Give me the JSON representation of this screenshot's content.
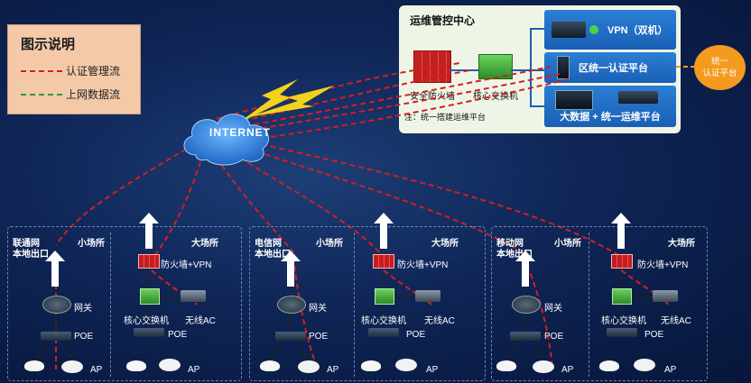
{
  "legend": {
    "title": "图示说明",
    "items": [
      {
        "label": "认证管理流",
        "color": "#d51e1e"
      },
      {
        "label": "上网数据流",
        "color": "#2a9b3a"
      }
    ]
  },
  "ops_center": {
    "title": "运维管控中心",
    "firewall_label": "安全防火墙",
    "core_switch_label": "核心交换机",
    "note": "注：统一搭建运维平台",
    "vpn_label": "VPN（双机）",
    "auth_platform_label": "区统一认证平台",
    "bigdata_label": "大数据 + 统一运维平台"
  },
  "unified_auth": "统一\n认证平台",
  "internet_label": "INTERNET",
  "groups": [
    {
      "exit_label_1": "联通网",
      "exit_label_2": "本地出口",
      "small_label": "小场所",
      "large_label": "大场所",
      "gateway": "网关",
      "poe_small": "POE",
      "ap_small": "AP",
      "fw_vpn": "防火墙+VPN",
      "core": "核心交换机",
      "wac": "无线AC",
      "poe_large": "POE",
      "ap_large": "AP"
    },
    {
      "exit_label_1": "电信网",
      "exit_label_2": "本地出口",
      "small_label": "小场所",
      "large_label": "大场所",
      "gateway": "网关",
      "poe_small": "POE",
      "ap_small": "AP",
      "fw_vpn": "防火墙+VPN",
      "core": "核心交换机",
      "wac": "无线AC",
      "poe_large": "POE",
      "ap_large": "AP"
    },
    {
      "exit_label_1": "移动网",
      "exit_label_2": "本地出口",
      "small_label": "小场所",
      "large_label": "大场所",
      "gateway": "网关",
      "poe_small": "POE",
      "ap_small": "AP",
      "fw_vpn": "防火墙+VPN",
      "core": "核心交换机",
      "wac": "无线AC",
      "poe_large": "POE",
      "ap_large": "AP"
    }
  ]
}
